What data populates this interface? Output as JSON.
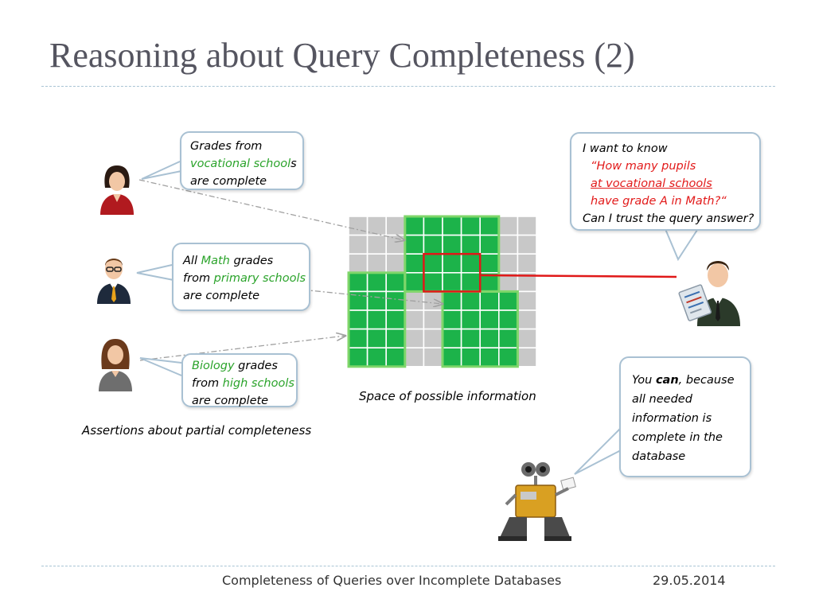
{
  "slide": {
    "title": "Reasoning about Query Completeness (2)",
    "footer_left": "Completeness of Queries over Incomplete Databases",
    "footer_right": "29.05.2014"
  },
  "assertions": [
    {
      "lines": [
        [
          "Grades from"
        ],
        [
          "vocational school",
          "s"
        ],
        [
          "are complete"
        ]
      ]
    },
    {
      "lines": [
        [
          "All ",
          "Math",
          " grades"
        ],
        [
          "from ",
          "primary schools"
        ],
        [
          "are complete"
        ]
      ]
    },
    {
      "lines": [
        [
          "Biology",
          " grades"
        ],
        [
          "from ",
          "high schools"
        ],
        [
          "are complete"
        ]
      ]
    }
  ],
  "assertions_caption": "Assertions about partial completeness",
  "space_caption": "Space of possible information",
  "question": {
    "line1": "I want to know",
    "line2": "“How many pupils",
    "line3": "at vocational schools",
    "line4": "have grade A in Math?“",
    "line5": "Can I trust the query answer?"
  },
  "answer": {
    "line1_pre": "You ",
    "line1_bold": "can",
    "line1_post": ", because",
    "line2": "all needed",
    "line3": "information is",
    "line4": "complete in the",
    "line5": "database"
  },
  "colors": {
    "title": "#555560",
    "green_text": "#2aa32a",
    "red_text": "#e21a1a",
    "grid_gray": "#c8c8c8",
    "grid_green": "#1cb34a",
    "query_box": "#e01818",
    "bubble_border": "#a9c1d3"
  },
  "icons": [
    "woman-icon",
    "man-glasses-icon",
    "woman-brown-icon",
    "businessman-icon",
    "robot-icon"
  ]
}
